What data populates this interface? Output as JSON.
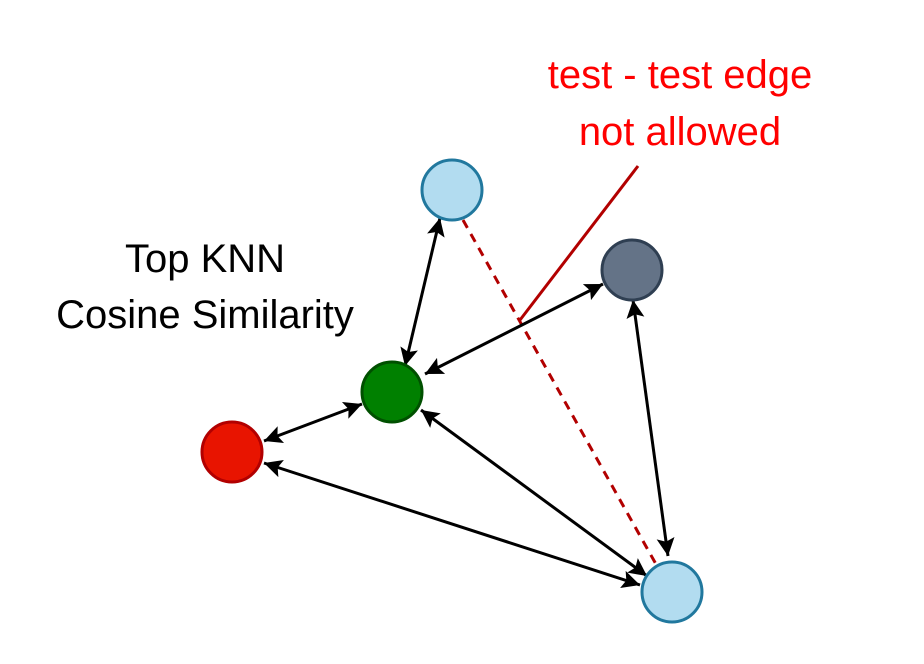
{
  "labels": {
    "method_line1": "Top KNN",
    "method_line2": "Cosine Similarity",
    "warning_line1": "test - test edge",
    "warning_line2": "not allowed"
  },
  "colors": {
    "test_node_fill": "#b2dcf0",
    "test_node_stroke": "#21789e",
    "gray_node_fill": "#647387",
    "gray_node_stroke": "#2f3f52",
    "green_node_fill": "#008000",
    "green_node_stroke": "#005000",
    "red_node_fill": "#e81400",
    "red_node_stroke": "#b20000",
    "edge": "#000000",
    "forbidden_edge": "#b20000",
    "warning_text": "#ff0000",
    "label_text": "#000000"
  }
}
